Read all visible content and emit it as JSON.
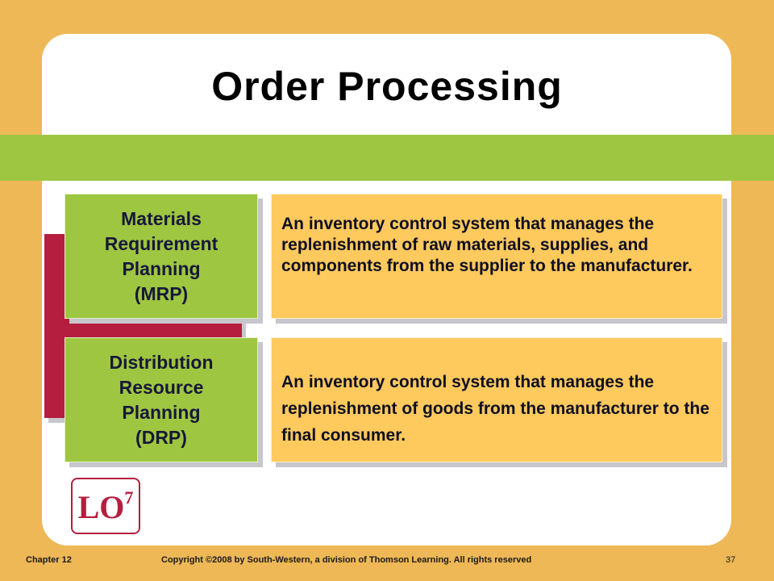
{
  "title": "Order Processing",
  "rows": [
    {
      "term_lines": [
        "Materials",
        "Requirement",
        "Planning",
        "(MRP)"
      ],
      "definition": "An inventory control system that manages the replenishment of raw materials, supplies, and components from the supplier to the manufacturer."
    },
    {
      "term_lines": [
        "Distribution",
        "Resource",
        "Planning",
        "(DRP)"
      ],
      "definition": "An inventory control system that manages the replenishment of goods from the manufacturer to the final consumer."
    }
  ],
  "badge": {
    "text": "LO",
    "number": "7"
  },
  "footer": {
    "chapter": "Chapter  12",
    "copyright": "Copyright ©2008 by South-Western, a division of Thomson Learning.  All rights reserved",
    "page": "37"
  },
  "colors": {
    "background": "#eeb857",
    "green": "#9ec641",
    "yellow": "#fec95d",
    "red": "#b51e3f"
  }
}
